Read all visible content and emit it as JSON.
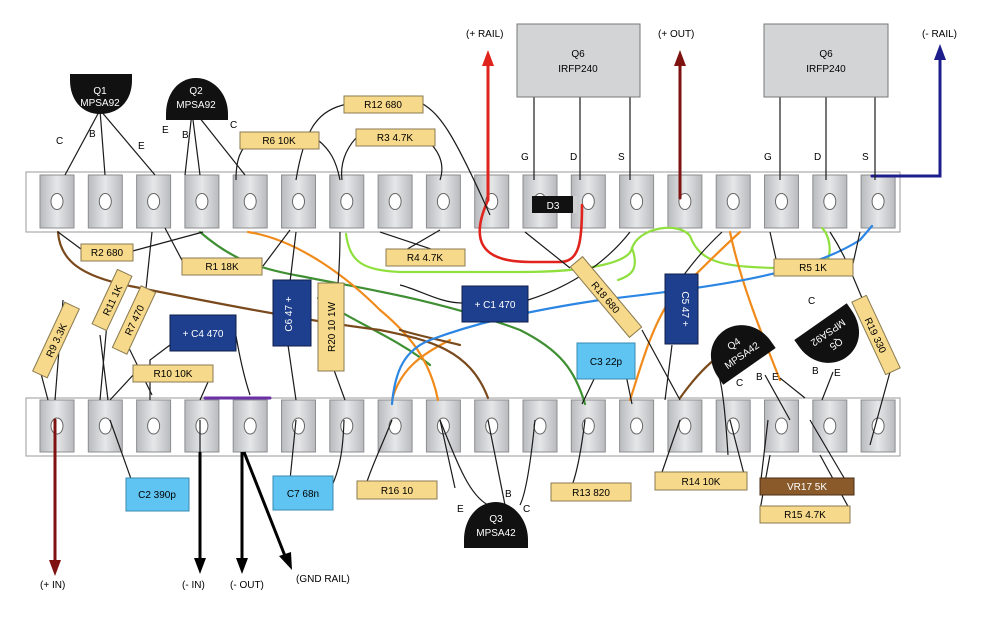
{
  "colors": {
    "resistor": "#f6d98a",
    "capacitor_elec": "#1e3f8e",
    "capacitor_film": "#5fc4f2",
    "board": "#ffffff",
    "terminal": "#cfd0d2",
    "red_wire": "#e0231c",
    "darkred_wire": "#7d1210",
    "blue_wire": "#1d1d8c",
    "green_wire": "#3f8f33",
    "orange_wire": "#f08a1a",
    "brown_wire": "#7a4a1d",
    "lime_wire": "#8fe03c",
    "sky_wire": "#2c86e3",
    "purple_wire": "#6b2fa6",
    "pot": "#8a5a2b"
  },
  "arrows": {
    "plus_rail": "(+ RAIL)",
    "plus_out": "(+ OUT)",
    "minus_rail": "(- RAIL)",
    "plus_in": "(+ IN)",
    "minus_in": "(- IN)",
    "minus_out": "(- OUT)",
    "gnd_rail": "(GND RAIL)"
  },
  "mosfets": [
    {
      "name": "Q6",
      "part": "IRFP240"
    },
    {
      "name": "Q6",
      "part": "IRFP240"
    }
  ],
  "pin_labels": {
    "g": "G",
    "d": "D",
    "s": "S",
    "c": "C",
    "b": "B",
    "e": "E"
  },
  "transistors": {
    "q1": {
      "name": "Q1",
      "part": "MPSA92"
    },
    "q2": {
      "name": "Q2",
      "part": "MPSA92"
    },
    "q3": {
      "name": "Q3",
      "part": "MPSA42"
    },
    "q4": {
      "name": "Q4",
      "part": "MPSA42"
    },
    "q5": {
      "name": "Q5",
      "part": "MPSA92"
    }
  },
  "resistors": {
    "r12": "R12 680",
    "r6": "R6 10K",
    "r3": "R3 4.7K",
    "r2": "R2 680",
    "r1": "R1 18K",
    "r4": "R4 4.7K",
    "r5": "R5 1K",
    "r11": "R11 1K",
    "r7": "R7 470",
    "r9": "R9 3.3K",
    "r10": "R10 10K",
    "r20": "R20 10 1W",
    "r18": "R18 680",
    "r19": "R19 330",
    "r16": "R16 10",
    "r13": "R13 820",
    "r14": "R14 10K",
    "r15": "R15 4.7K"
  },
  "capacitors": {
    "c4": "+ C4 470",
    "c6": "C6 47 +",
    "c1": "+ C1 470",
    "c5": "C5 47 +",
    "c3": "C3 22p",
    "c2": "C2 390p",
    "c7": "C7 68n"
  },
  "diode": "D3",
  "pot": "VR17 5K"
}
